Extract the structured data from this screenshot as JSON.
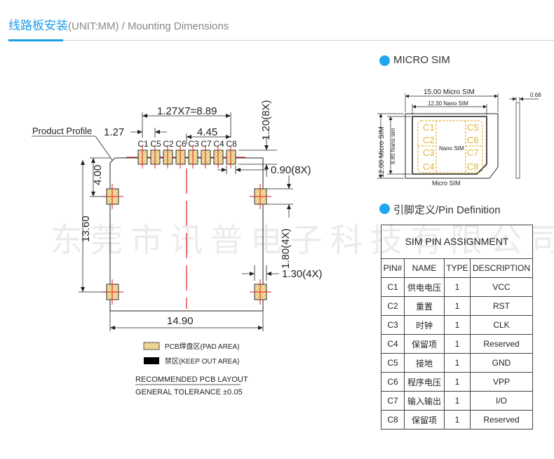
{
  "header": {
    "title_cn": "线路板安装",
    "title_en": "(UNIT:MM) / Mounting Dimensions"
  },
  "watermark": "东莞市讯普电子科技有限公司",
  "drawing": {
    "product_profile_label": "Product Profile",
    "dim_pitch": "1.27X7=8.89",
    "dim_127": "1.27",
    "dim_445": "4.45",
    "dim_120": "1.20(8X)",
    "dim_090": "0.90(8X)",
    "dim_400": "4.00",
    "dim_1360": "13.60",
    "dim_180": "1.80(4X)",
    "dim_130": "1.30(4X)",
    "dim_1490": "14.90",
    "pin_labels": [
      "C1",
      "C5",
      "C2",
      "C6",
      "C3",
      "C7",
      "C4",
      "C8"
    ],
    "legend_pad": "PCB焊盘区(PAD AREA)",
    "legend_keepout": "禁区(KEEP OUT AREA)",
    "recommended": "RECOMMENDED PCB LAYOUT",
    "tolerance": "GENERAL TOLERANCE ±0.05"
  },
  "micro_sim": {
    "section_title": "MICRO SIM",
    "dim_1500": "15.00 Micro SIM",
    "dim_1230": "12.30 Nano SIM",
    "dim_068": "0.68",
    "dim_1200": "12.00 Micro SIM",
    "dim_880": "8.80 Nano sim",
    "nano_label": "Nano SIM",
    "micro_label": "Micro SIM",
    "contacts_left": [
      "C1",
      "C2",
      "C3",
      "C4"
    ],
    "contacts_right": [
      "C5",
      "C6",
      "C7",
      "C8"
    ]
  },
  "pin_definition": {
    "section_title": "引脚定义/Pin Definition",
    "table_title": "SIM PIN ASSIGNMENT",
    "headers": [
      "PIN#",
      "NAME",
      "TYPE",
      "DESCRIPTION"
    ],
    "rows": [
      [
        "C1",
        "供电电压",
        "1",
        "VCC"
      ],
      [
        "C2",
        "重置",
        "1",
        "RST"
      ],
      [
        "C3",
        "时钟",
        "1",
        "CLK"
      ],
      [
        "C4",
        "保留项",
        "1",
        "Reserved"
      ],
      [
        "C5",
        "接地",
        "1",
        "GND"
      ],
      [
        "C6",
        "程序电压",
        "1",
        "VPP"
      ],
      [
        "C7",
        "输入输出",
        "1",
        "I/O"
      ],
      [
        "C8",
        "保留项",
        "1",
        "Reserved"
      ]
    ]
  },
  "colors": {
    "accent": "#1a9ee8",
    "pad_fill": "#f3dda0",
    "pad_stroke": "#c9a24a",
    "red": "#e02020"
  }
}
